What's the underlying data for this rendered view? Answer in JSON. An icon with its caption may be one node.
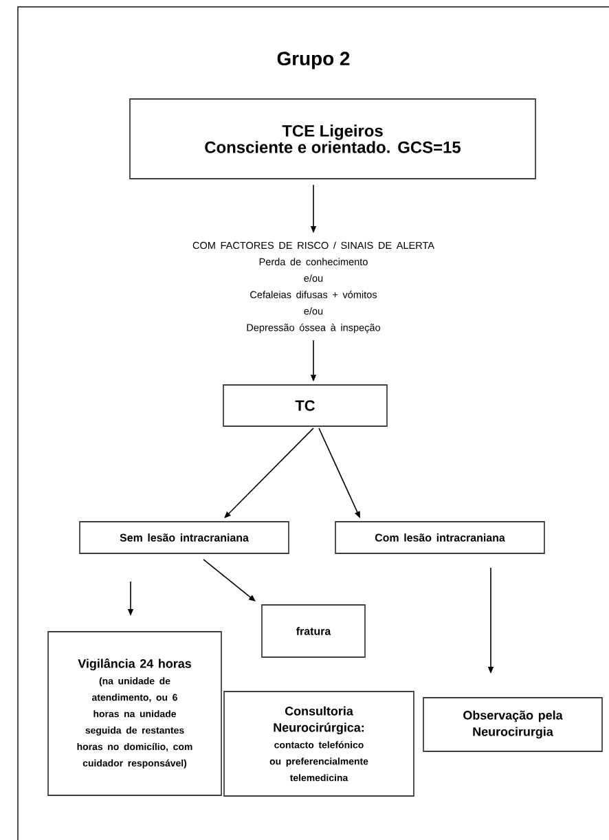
{
  "diagram": {
    "title": "Grupo 2",
    "nodes": [
      {
        "text": [
          "TCE Ligeiros",
          "Consciente e orientado. GCS=15"
        ]
      },
      {
        "text": [
          "COM FACTORES DE RISCO / SINAIS DE ALERTA",
          "Perda de conhecimento",
          "e/ou",
          "Cefaleias difusas + vómitos",
          "e/ou",
          "Depressão óssea à inspeção"
        ]
      },
      {
        "text": [
          "TC"
        ]
      },
      {
        "text": [
          "Sem lesão intracraniana"
        ]
      },
      {
        "text": [
          "Com lesão intracraniana"
        ]
      },
      {
        "text": [
          "fratura"
        ]
      },
      {
        "text": [
          "Vigilância 24 horas",
          "(na unidade de atendimento, ou 6 horas na unidade seguida de restantes horas no domicílio, com cuidador responsável)"
        ]
      },
      {
        "text": [
          "Consultoria Neurocirúrgica:",
          "contacto telefónico ou preferencialmente telemedicina"
        ]
      },
      {
        "text": [
          "Observação pela Neurocirurgia"
        ]
      }
    ],
    "edges": [
      {
        "from": 0,
        "to": 1,
        "arrow": "to"
      },
      {
        "from": 1,
        "to": 2,
        "arrow": "to"
      },
      {
        "from": 2,
        "to": 3,
        "arrow": "to"
      },
      {
        "from": 2,
        "to": 4,
        "arrow": "to"
      },
      {
        "from": 3,
        "to": 6,
        "arrow": "to"
      },
      {
        "from": 3,
        "to": 5,
        "arrow": "to"
      },
      {
        "from": 4,
        "to": 8,
        "arrow": "to"
      }
    ]
  }
}
